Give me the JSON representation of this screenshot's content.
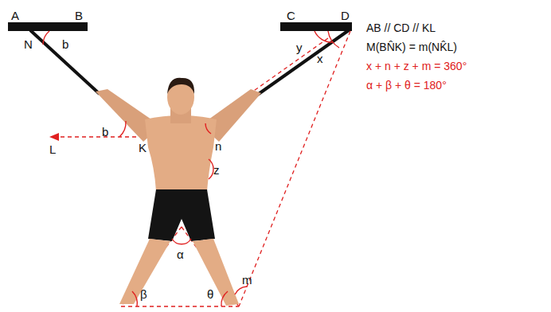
{
  "diagram": {
    "labels": [
      "A",
      "B",
      "N",
      "b",
      "C",
      "D",
      "y",
      "x",
      "b",
      "L",
      "K",
      "n",
      "z",
      "α",
      "β",
      "θ",
      "m",
      "AB // CD // KL",
      "M(BN̂K) = m(NK̂L)",
      "x + n + z + m = 360°",
      "α + β + θ = 180°"
    ]
  }
}
